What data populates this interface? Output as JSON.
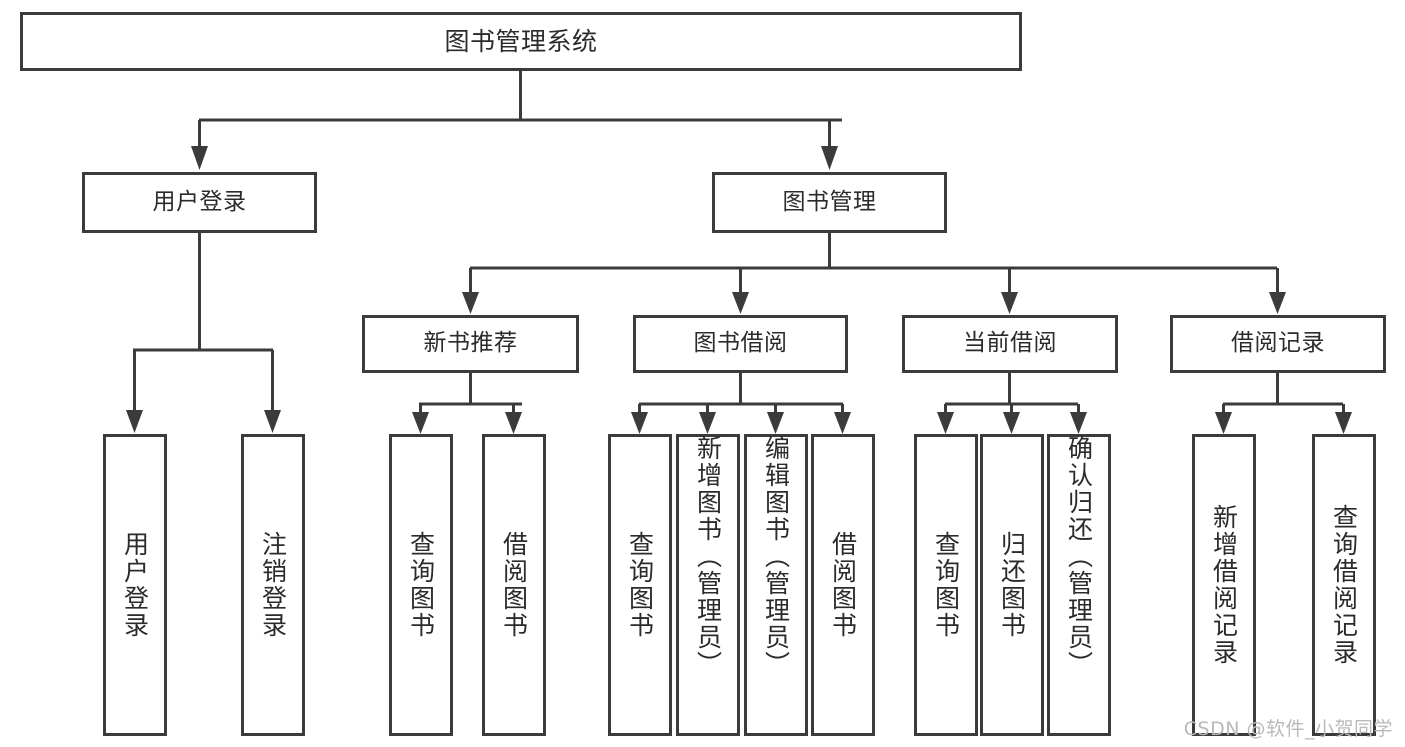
{
  "diagram": {
    "type": "hierarchy-tree",
    "title": "图书管理系统",
    "levels": 4,
    "root": {
      "id": "root",
      "label": "图书管理系统",
      "orientation": "horizontal"
    },
    "level2": [
      {
        "id": "user-login",
        "label": "用户登录",
        "orientation": "horizontal"
      },
      {
        "id": "book-manage",
        "label": "图书管理",
        "orientation": "horizontal"
      }
    ],
    "level3": [
      {
        "id": "new-book-rec",
        "label": "新书推荐",
        "orientation": "horizontal",
        "parent": "book-manage"
      },
      {
        "id": "book-borrow",
        "label": "图书借阅",
        "orientation": "horizontal",
        "parent": "book-manage"
      },
      {
        "id": "current-borrow",
        "label": "当前借阅",
        "orientation": "horizontal",
        "parent": "book-manage"
      },
      {
        "id": "borrow-record",
        "label": "借阅记录",
        "orientation": "horizontal",
        "parent": "book-manage"
      }
    ],
    "leaves": [
      {
        "id": "leaf-user-login",
        "label": "用户登录",
        "orientation": "vertical",
        "parent": "user-login"
      },
      {
        "id": "leaf-user-logout",
        "label": "注销登录",
        "orientation": "vertical",
        "parent": "user-login"
      },
      {
        "id": "leaf-query-book-1",
        "label": "查询图书",
        "orientation": "vertical",
        "parent": "new-book-rec"
      },
      {
        "id": "leaf-borrow-book-1",
        "label": "借阅图书",
        "orientation": "vertical",
        "parent": "new-book-rec"
      },
      {
        "id": "leaf-query-book-2",
        "label": "查询图书",
        "orientation": "vertical",
        "parent": "book-borrow"
      },
      {
        "id": "leaf-add-book",
        "label": "新增图书（管理员）",
        "orientation": "vertical",
        "parent": "book-borrow"
      },
      {
        "id": "leaf-edit-book",
        "label": "编辑图书（管理员）",
        "orientation": "vertical",
        "parent": "book-borrow"
      },
      {
        "id": "leaf-borrow-book-2",
        "label": "借阅图书",
        "orientation": "vertical",
        "parent": "book-borrow"
      },
      {
        "id": "leaf-query-book-3",
        "label": "查询图书",
        "orientation": "vertical",
        "parent": "current-borrow"
      },
      {
        "id": "leaf-return-book",
        "label": "归还图书",
        "orientation": "vertical",
        "parent": "current-borrow"
      },
      {
        "id": "leaf-confirm-return",
        "label": "确认归还（管理员）",
        "orientation": "vertical",
        "parent": "current-borrow"
      },
      {
        "id": "leaf-add-record",
        "label": "新增借阅记录",
        "orientation": "vertical",
        "parent": "borrow-record"
      },
      {
        "id": "leaf-query-record",
        "label": "查询借阅记录",
        "orientation": "vertical",
        "parent": "borrow-record"
      }
    ],
    "colors": {
      "background": "#ffffff",
      "box_fill": "#ffffff",
      "box_stroke": "#3b3b3b",
      "connector": "#3b3b3b",
      "text": "#2b2b2b",
      "watermark": "#b9b9b9"
    }
  },
  "watermark": {
    "text": "CSDN @软件_小贺同学"
  }
}
